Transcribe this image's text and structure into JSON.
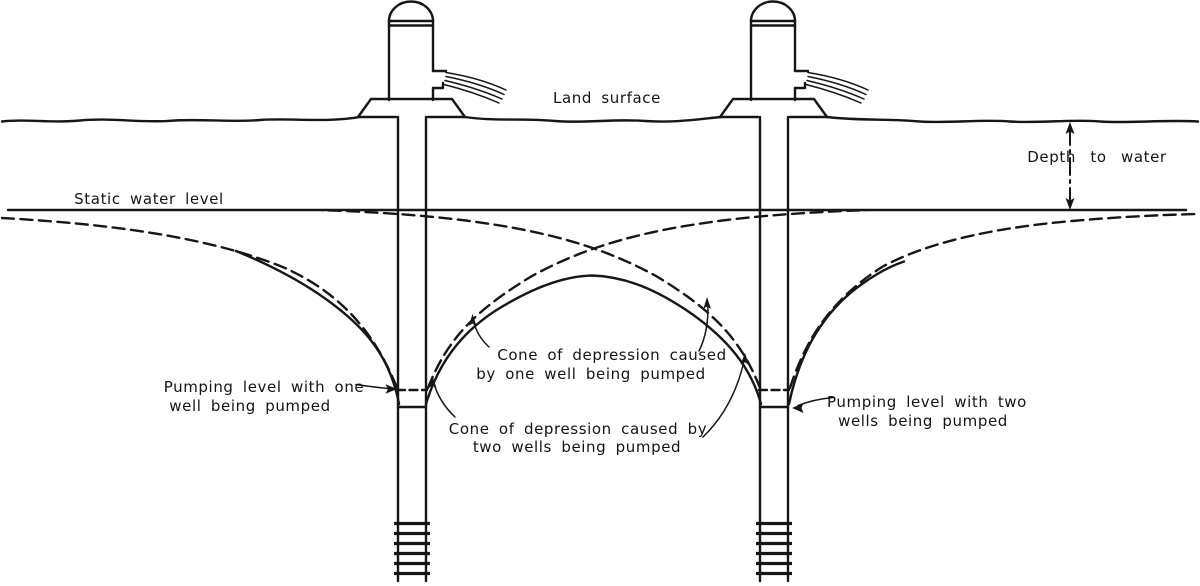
{
  "figure": {
    "background": "#ffffff",
    "ink_color": "#161616",
    "labels": {
      "land_surface": "Land surface",
      "static_water_level": "Static water level",
      "depth_to_water": "Depth to water",
      "pumping_one": {
        "line1": "Pumping level with one",
        "line2": "well  being pumped"
      },
      "cone_one": {
        "line1": "Cone of depression caused",
        "line2": "by one well being pumped"
      },
      "cone_two": {
        "line1": "Cone of depression caused by",
        "line2": "two wells being pumped"
      },
      "pumping_two": {
        "line1": "Pumping level with two",
        "line2": "wells being pumped"
      }
    }
  }
}
